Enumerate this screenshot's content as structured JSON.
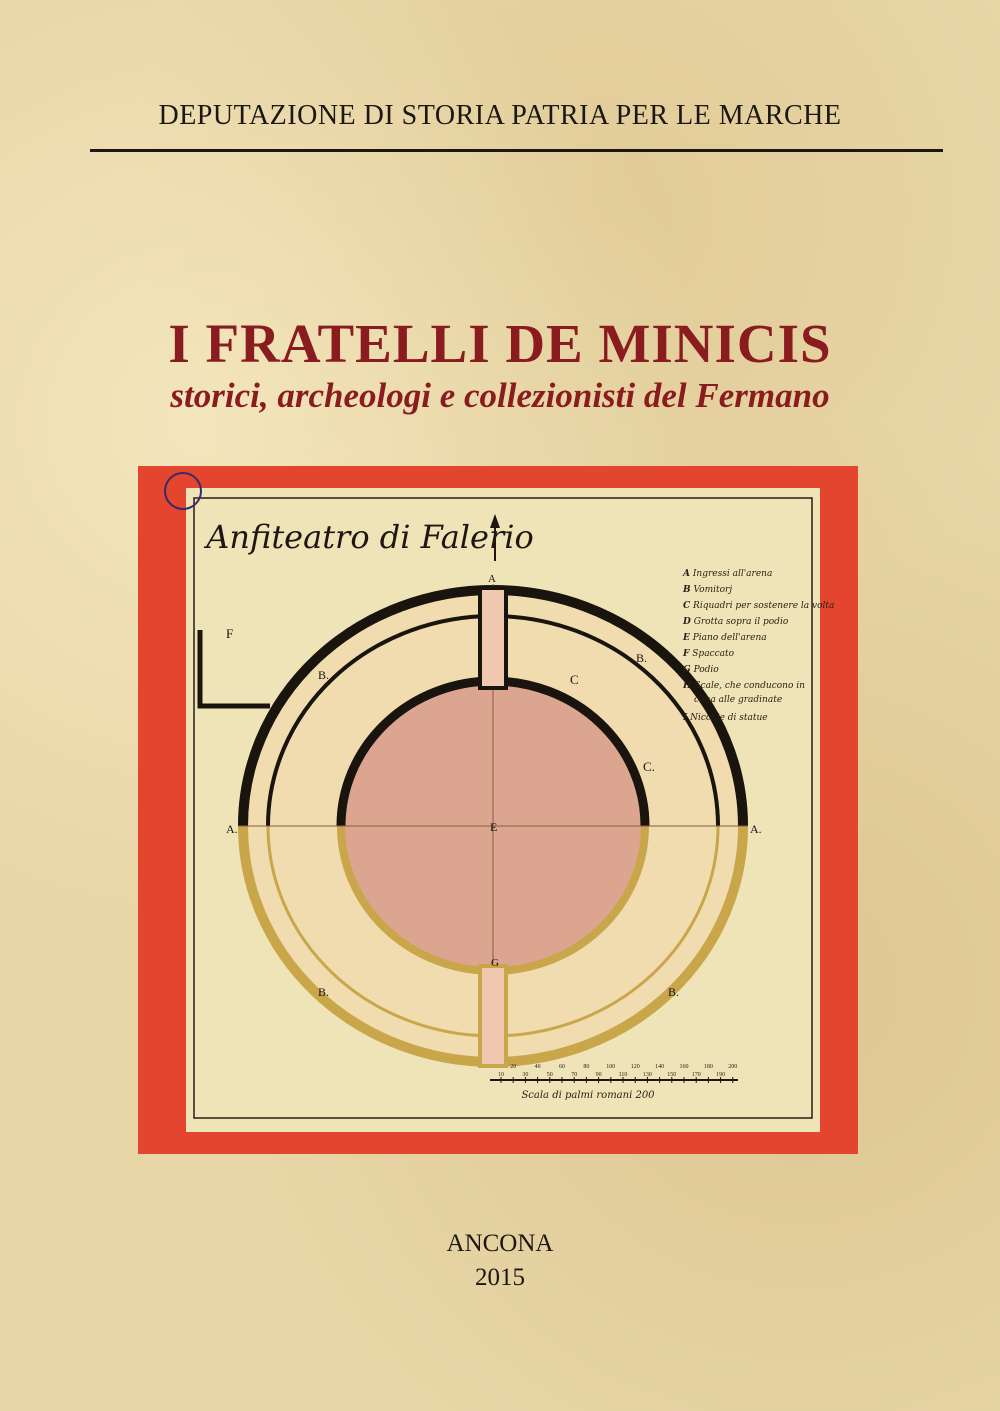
{
  "publisher": "DEPUTAZIONE DI STORIA PATRIA PER LE MARCHE",
  "title": "I FRATELLI DE MINICIS",
  "subtitle": "storici, archeologi e collezionisti del Fermano",
  "illustration": {
    "heading": "Anfiteatro di Falerio",
    "legend": [
      {
        "key": "A",
        "text": "Ingressi all'arena"
      },
      {
        "key": "B",
        "text": "Vomitorj"
      },
      {
        "key": "C",
        "text": "Riquadri per sostenere la volta"
      },
      {
        "key": "D",
        "text": "Grotta sopra il podio"
      },
      {
        "key": "E",
        "text": "Piano dell'arena"
      },
      {
        "key": "F",
        "text": "Spaccato"
      },
      {
        "key": "G",
        "text": "Podio"
      },
      {
        "key": "H",
        "text": "Scale, che conducono in cima alle gradinate"
      },
      {
        "key": "I",
        "text": "Nicchie di statue"
      }
    ],
    "scale_label": "Scala di palmi romani 200",
    "scale_ticks": [
      "10",
      "20",
      "30",
      "40",
      "50",
      "60",
      "70",
      "80",
      "90",
      "100",
      "110",
      "120",
      "130",
      "140",
      "150",
      "160",
      "170",
      "180",
      "190",
      "200"
    ],
    "colors": {
      "frame": "#e3452e",
      "paper": "#efe3b8",
      "arena": "#dca58f"
    }
  },
  "place": "ANCONA",
  "year": "2015"
}
